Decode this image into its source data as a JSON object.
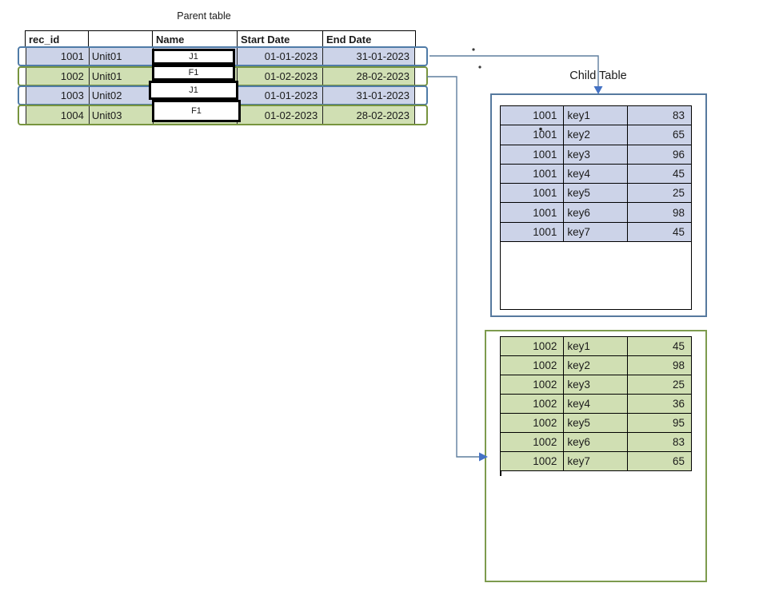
{
  "labels": {
    "parent": "Parent table",
    "child": "Child Table"
  },
  "parent": {
    "headers": [
      "rec_id",
      "",
      "Name",
      "Start Date",
      "End Date"
    ],
    "rows": [
      {
        "rec_id": "1001",
        "unit": "Unit01",
        "name": "J1",
        "start": "01-01-2023",
        "end": "31-01-2023",
        "highlight": "blue"
      },
      {
        "rec_id": "1002",
        "unit": "Unit01",
        "name": "F1",
        "start": "01-02-2023",
        "end": "28-02-2023",
        "highlight": "green"
      },
      {
        "rec_id": "1003",
        "unit": "Unit02",
        "name": "J1",
        "start": "01-01-2023",
        "end": "31-01-2023",
        "highlight": "blue"
      },
      {
        "rec_id": "1004",
        "unit": "Unit03",
        "name": "F1",
        "start": "01-02-2023",
        "end": "28-02-2023",
        "highlight": "green"
      }
    ]
  },
  "child_blue": {
    "rows": [
      {
        "id": "1001",
        "key": "key1",
        "value": "83"
      },
      {
        "id": "1001",
        "key": "key2",
        "value": "65"
      },
      {
        "id": "1001",
        "key": "key3",
        "value": "96"
      },
      {
        "id": "1001",
        "key": "key4",
        "value": "45"
      },
      {
        "id": "1001",
        "key": "key5",
        "value": "25"
      },
      {
        "id": "1001",
        "key": "key6",
        "value": "98"
      },
      {
        "id": "1001",
        "key": "key7",
        "value": "45"
      }
    ]
  },
  "child_green": {
    "rows": [
      {
        "id": "1002",
        "key": "key1",
        "value": "45"
      },
      {
        "id": "1002",
        "key": "key2",
        "value": "98"
      },
      {
        "id": "1002",
        "key": "key3",
        "value": "25"
      },
      {
        "id": "1002",
        "key": "key4",
        "value": "36"
      },
      {
        "id": "1002",
        "key": "key5",
        "value": "95"
      },
      {
        "id": "1002",
        "key": "key6",
        "value": "83"
      },
      {
        "id": "1002",
        "key": "key7",
        "value": "65"
      }
    ]
  },
  "colors": {
    "blue_row_fill": "#ccd3e8",
    "green_row_fill": "#d0dfb3",
    "blue_row_outline": "#4f7ba7",
    "green_row_outline": "#77943e",
    "blue_child_border": "#56799e",
    "green_child_border": "#7d9b4e",
    "arrow_line": "#5f7e9e",
    "arrow_head": "#4472c4",
    "cell_border": "#000000",
    "text": "#1b1b1b"
  }
}
